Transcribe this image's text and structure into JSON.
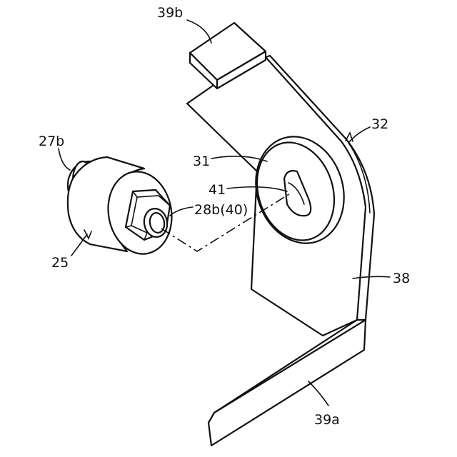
{
  "labels": {
    "l39b": "39b",
    "l32": "32",
    "l27b": "27b",
    "l31": "31",
    "l41": "41",
    "l28b": "28b(40)",
    "l25": "25",
    "l38": "38",
    "l39a": "39a"
  }
}
